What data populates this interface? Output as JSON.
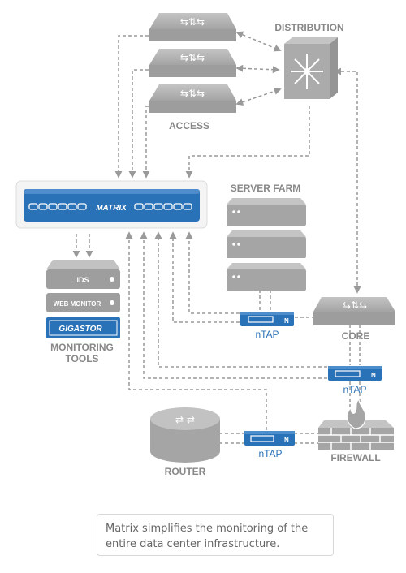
{
  "labels": {
    "distribution": "DISTRIBUTION",
    "access": "ACCESS",
    "server_farm": "SERVER FARM",
    "core": "CORE",
    "router": "ROUTER",
    "firewall": "FIREWALL",
    "monitoring_line1": "MONITORING",
    "monitoring_line2": "TOOLS",
    "ntap_server": "nTAP",
    "ntap_core": "nTAP",
    "ntap_router": "nTAP"
  },
  "devices": {
    "matrix": "MATRIX",
    "ids": "IDS",
    "web_monitor": "WEB MONITOR",
    "gigastor": "GIGASTOR"
  },
  "caption": {
    "line1": "Matrix simplifies the monitoring of the",
    "line2": "entire data center infrastructure."
  },
  "colors": {
    "device_gray": "#a9a9a9",
    "accent_blue": "#2a72b8",
    "label_gray": "#888888"
  }
}
